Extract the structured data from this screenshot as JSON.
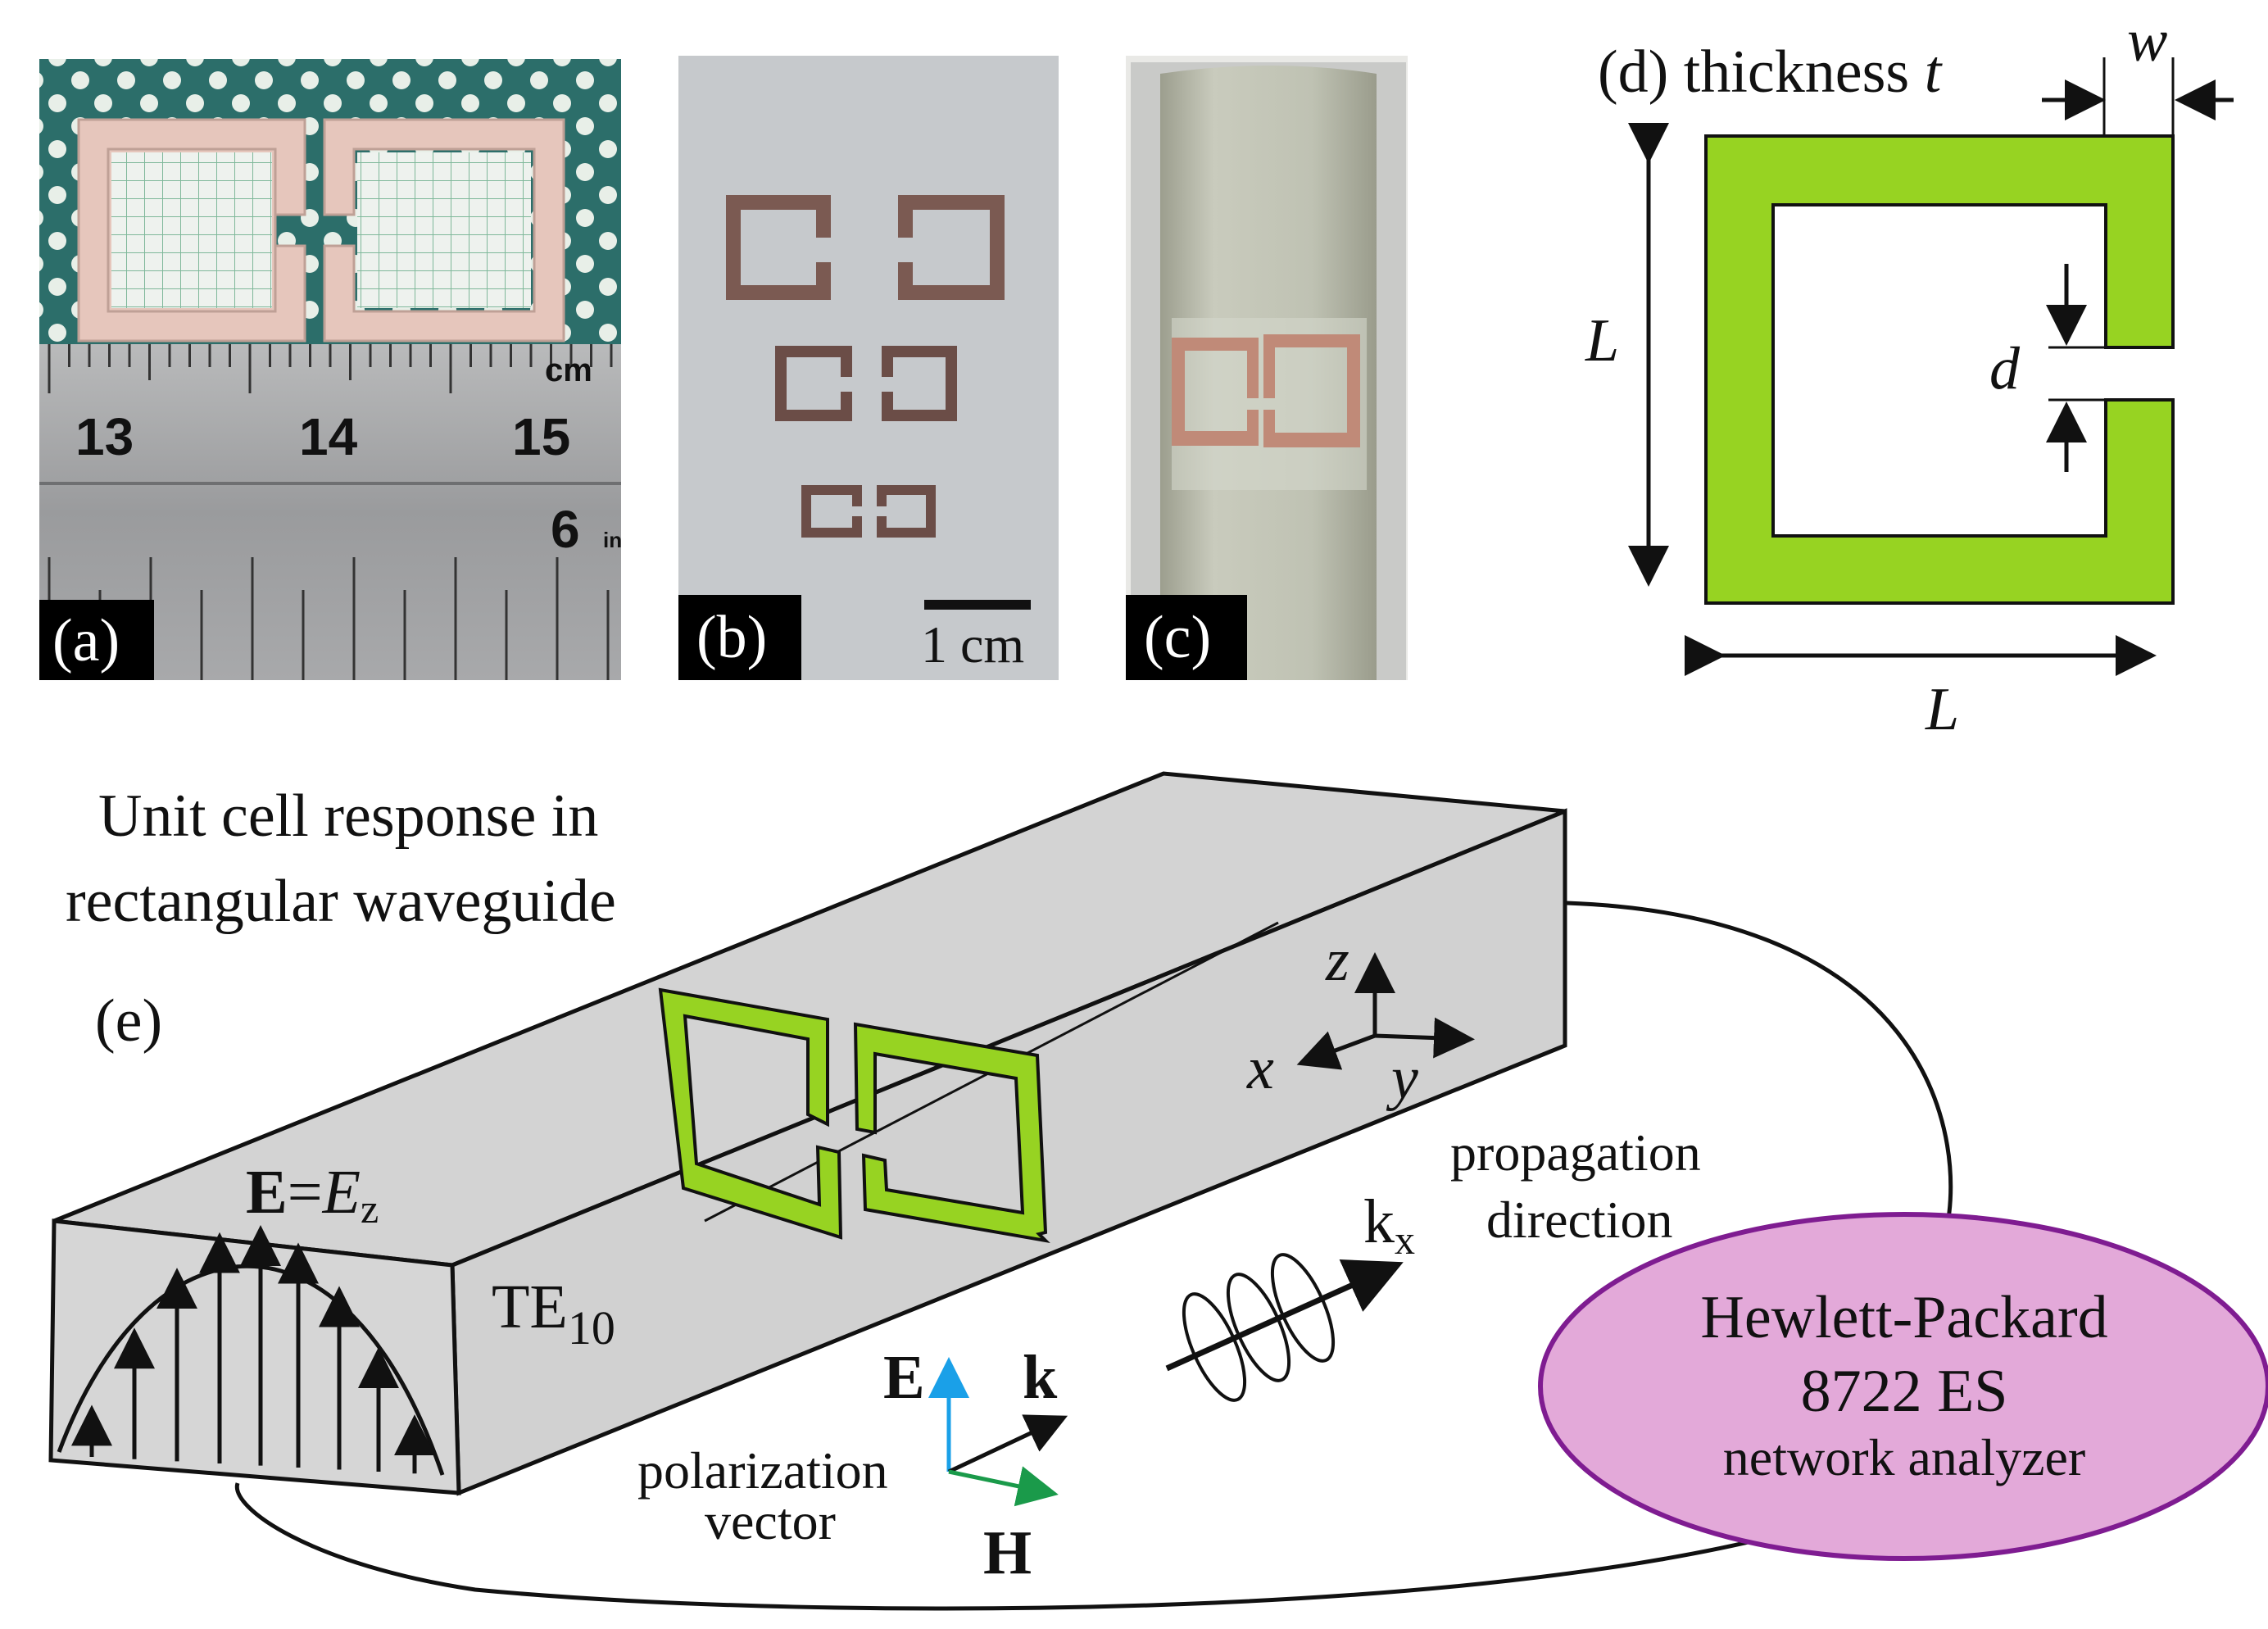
{
  "panels": {
    "a": {
      "tag": "(a)",
      "ruler": {
        "unit_cm": "cm",
        "cm_13": "13",
        "cm_14": "14",
        "cm_15": "15",
        "inch_6": "6",
        "inch_unit": "in"
      }
    },
    "b": {
      "tag": "(b)",
      "scale_bar": "1 cm"
    },
    "c": {
      "tag": "(c)"
    },
    "d": {
      "label_prefix": "(d) thickness ",
      "label_var": "t",
      "dim_w": "w",
      "dim_L_vertical": "L",
      "dim_L_horizontal": "L",
      "dim_d": "d"
    },
    "e": {
      "title_line1": "Unit cell response in",
      "title_line2": "rectangular waveguide",
      "tag": "(e)",
      "field_E_bold": "E",
      "field_eq": "=",
      "field_E_italic": "E",
      "field_sub": "z",
      "mode_main": "TE",
      "mode_sub": "10",
      "axis_z": "z",
      "axis_x": "x",
      "axis_y": "y",
      "propagation_line1": "propagation",
      "propagation_line2": "direction",
      "k_main": "k",
      "k_sub": "x",
      "pol_E": "E",
      "pol_k": "k",
      "pol_H": "H",
      "pol_line1": "polarization",
      "pol_line2": "vector",
      "analyzer_line1": "Hewlett-Packard",
      "analyzer_line2": "8722 ES",
      "analyzer_line3": "network analyzer"
    }
  },
  "colors": {
    "resonator_green": "#97d322",
    "waveguide_gray": "#d3d3d3",
    "analyzer_fill": "#e3a9d9",
    "analyzer_stroke": "#7f1c91",
    "e_vector": "#1aa0e8",
    "h_vector": "#1a9a4a"
  }
}
